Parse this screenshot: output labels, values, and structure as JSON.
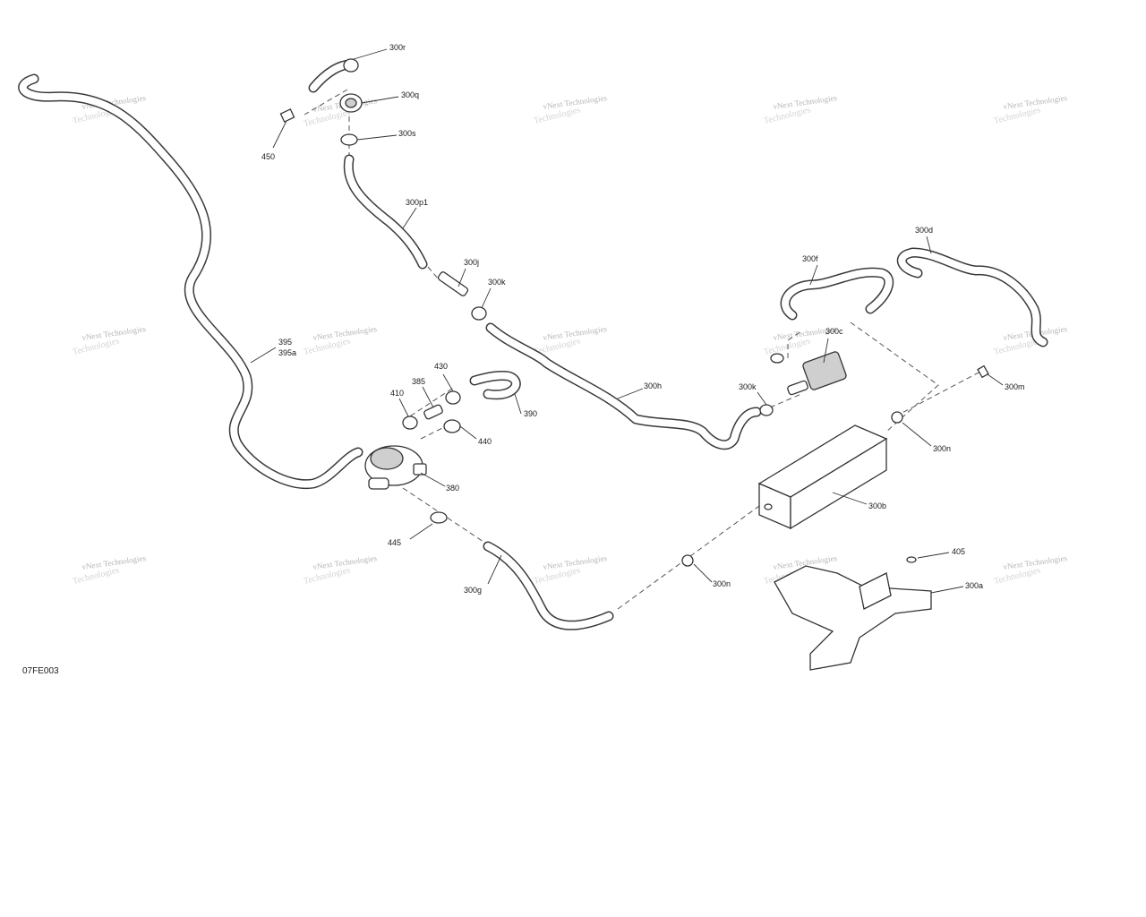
{
  "figure_id": "07FE003",
  "watermark": {
    "line1": "vNext Technologies",
    "line2": "Technologies"
  },
  "callouts": {
    "c300r": "300r",
    "c300q": "300q",
    "c450": "450",
    "c300s": "300s",
    "c300p1": "300p1",
    "c300j": "300j",
    "c300k_a": "300k",
    "c300d": "300d",
    "c300f": "300f",
    "c300c": "300c",
    "c395": "395",
    "c395a": "395a",
    "c430": "430",
    "c385": "385",
    "c410": "410",
    "c390": "390",
    "c440": "440",
    "c300h": "300h",
    "c300k_b": "300k",
    "c300m": "300m",
    "c300n_a": "300n",
    "c380": "380",
    "c300b": "300b",
    "c445": "445",
    "c405": "405",
    "c300a": "300a",
    "c300n_b": "300n",
    "c300g": "300g"
  }
}
